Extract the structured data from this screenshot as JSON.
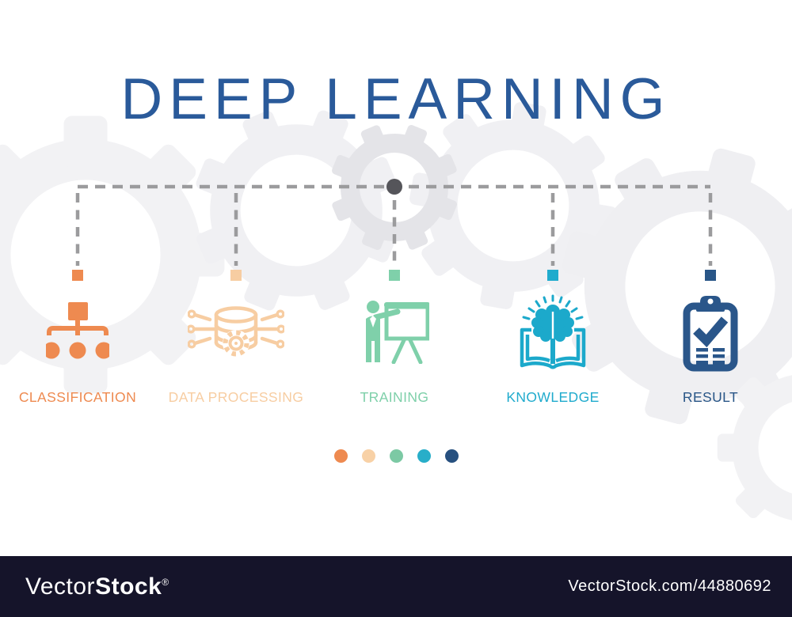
{
  "title": "DEEP LEARNING",
  "title_color": "#2a5a9a",
  "steps": [
    {
      "label": "CLASSIFICATION",
      "color": "#ee8a50",
      "icon": "hierarchy-icon"
    },
    {
      "label": "DATA PROCESSING",
      "color": "#f7cda2",
      "icon": "database-gear-icon"
    },
    {
      "label": "TRAINING",
      "color": "#7fd0aa",
      "icon": "presentation-icon"
    },
    {
      "label": "KNOWLEDGE",
      "color": "#20abcd",
      "icon": "brain-book-icon"
    },
    {
      "label": "RESULT",
      "color": "#295687",
      "icon": "clipboard-check-icon"
    }
  ],
  "connector": {
    "line_color": "#9b9b9d",
    "center_node_color": "#55555a"
  },
  "pagination_dots": [
    "#ee8a50",
    "#f8d1a6",
    "#7cc9a4",
    "#28aec9",
    "#27507f"
  ],
  "watermark": {
    "brand_light": "Vector",
    "brand_bold": "Stock",
    "registered_mark": "®",
    "url_text": "VectorStock.com/44880692",
    "bar_color": "#15142a"
  },
  "background": {
    "gear_color": "#f0f0f3",
    "center_gear_color": "#e4e4e8"
  }
}
